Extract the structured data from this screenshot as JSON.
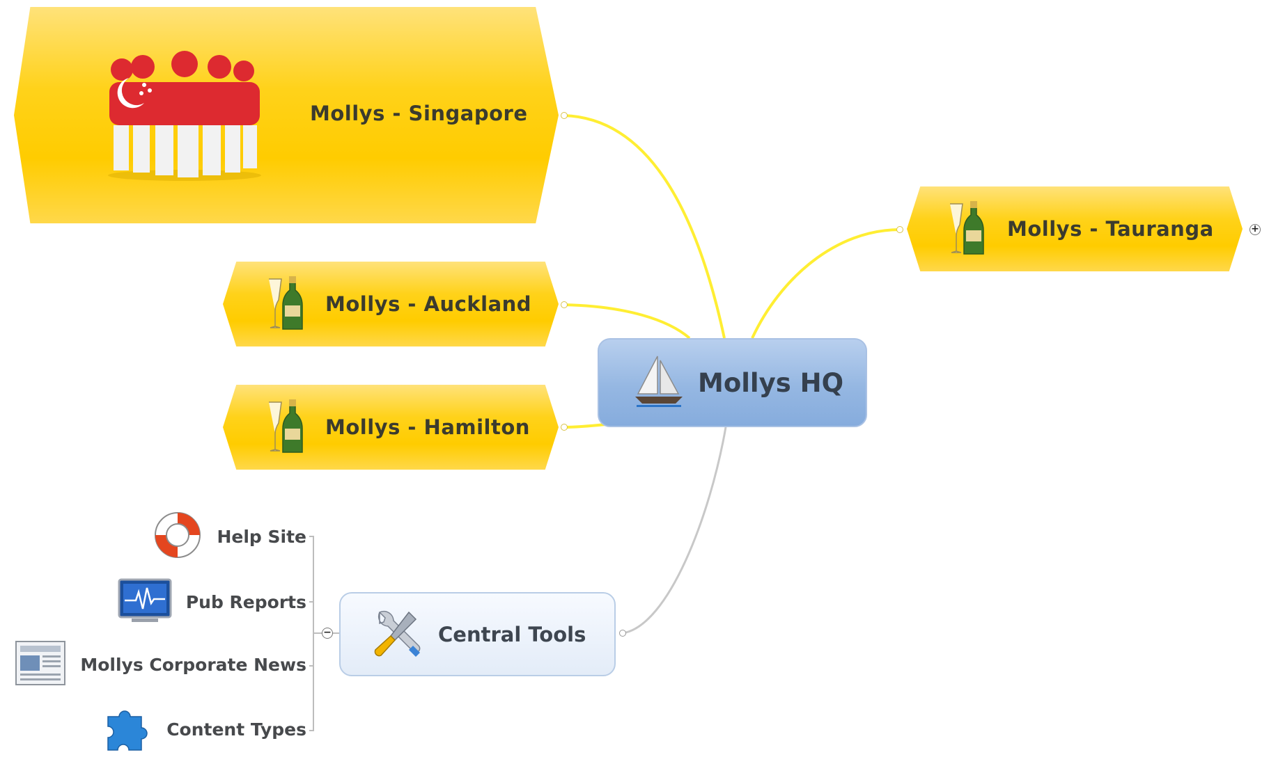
{
  "central_topic": {
    "label": "Mollys HQ",
    "icon": "sailboat-icon"
  },
  "main_topics": [
    {
      "id": "singapore",
      "label": "Mollys - Singapore",
      "icon": "people-group-singapore-icon"
    },
    {
      "id": "auckland",
      "label": "Mollys - Auckland",
      "icon": "champagne-icon"
    },
    {
      "id": "hamilton",
      "label": "Mollys - Hamilton",
      "icon": "champagne-icon"
    },
    {
      "id": "tauranga",
      "label": "Mollys - Tauranga",
      "icon": "champagne-icon",
      "collapsed": true
    }
  ],
  "tools_topic": {
    "label": "Central Tools",
    "icon": "tools-icon",
    "subtopics": [
      {
        "label": "Help Site",
        "icon": "lifebuoy-icon"
      },
      {
        "label": "Pub Reports",
        "icon": "monitor-chart-icon"
      },
      {
        "label": "Mollys Corporate News",
        "icon": "newspaper-icon"
      },
      {
        "label": "Content Types",
        "icon": "puzzle-icon"
      }
    ]
  },
  "controls": {
    "expand_symbol": "+",
    "collapse_symbol": "−"
  },
  "colors": {
    "topic_fill": "#ffcc00",
    "topic_connector": "#ffee33",
    "central_fill": "#95b7e2",
    "tools_connector": "#c8c8c8"
  }
}
